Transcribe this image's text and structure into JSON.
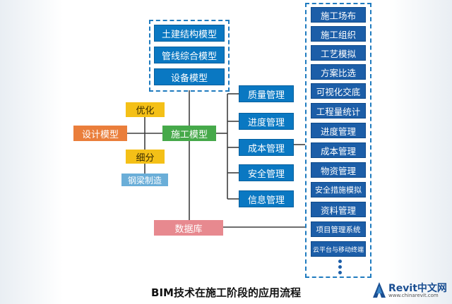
{
  "bim_models": [
    "土建结构模型",
    "管线综合模型",
    "设备模型"
  ],
  "center": "施工模型",
  "design_model": "设计模型",
  "optimize": "优化",
  "refine": "细分",
  "steel": "钢梁制造",
  "database": "数据库",
  "management": [
    "质量管理",
    "进度管理",
    "成本管理",
    "安全管理",
    "信息管理"
  ],
  "applications": [
    "施工场布",
    "施工组织",
    "工艺模拟",
    "方案比选",
    "可视化交底",
    "工程量统计",
    "进度管理",
    "成本管理",
    "物资管理",
    "安全措施模拟",
    "资料管理",
    "项目管理系统",
    "云平台与移动终端"
  ],
  "caption": "BIM技术在施工阶段的应用流程",
  "logo": {
    "name": "Revit中文网",
    "url": "www.chinarevit.com"
  },
  "colors": {
    "line": "#3f3f3f",
    "dashed_border": "#1f7bbf",
    "bim_box": "#0a78c2",
    "app_box": "#1c5ea8",
    "optimize_box": "#f4c017",
    "design_box": "#ea7e3b",
    "center_box": "#46a94a",
    "steel_box": "#6aaed8",
    "database_box": "#e7898f"
  }
}
